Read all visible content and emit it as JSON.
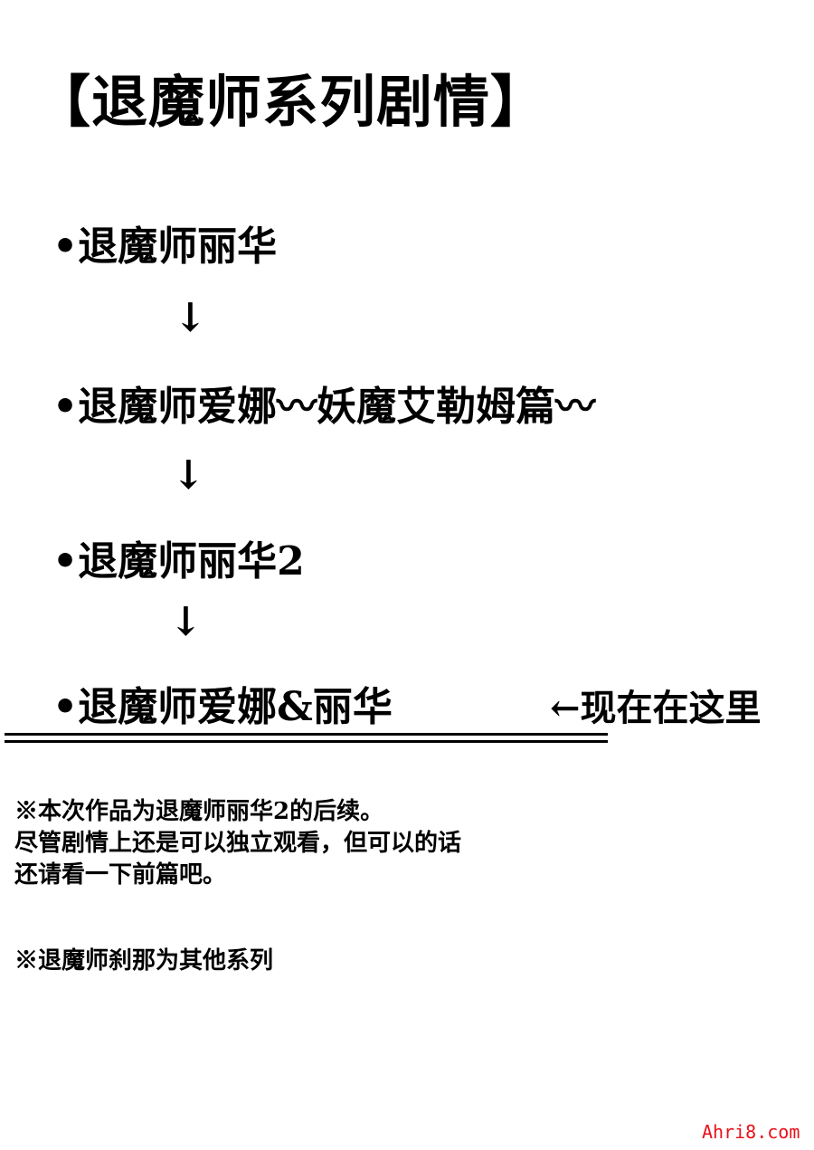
{
  "title": "【退魔师系列剧情】",
  "series": [
    {
      "label": "•退魔师丽华"
    },
    {
      "label": "•退魔师爱娜〰妖魔艾勒姆篇〰"
    },
    {
      "label": "•退魔师丽华2"
    },
    {
      "label": "•退魔师爱娜&丽华"
    }
  ],
  "arrow": "↓",
  "current_marker": "←现在在这里",
  "notes": {
    "line1": "※本次作品为退魔师丽华2的后续。",
    "line2": "尽管剧情上还是可以独立观看，但可以的话",
    "line3": "还请看一下前篇吧。",
    "line4": "※退魔师刹那为其他系列"
  },
  "watermark": "Ahri8.com"
}
